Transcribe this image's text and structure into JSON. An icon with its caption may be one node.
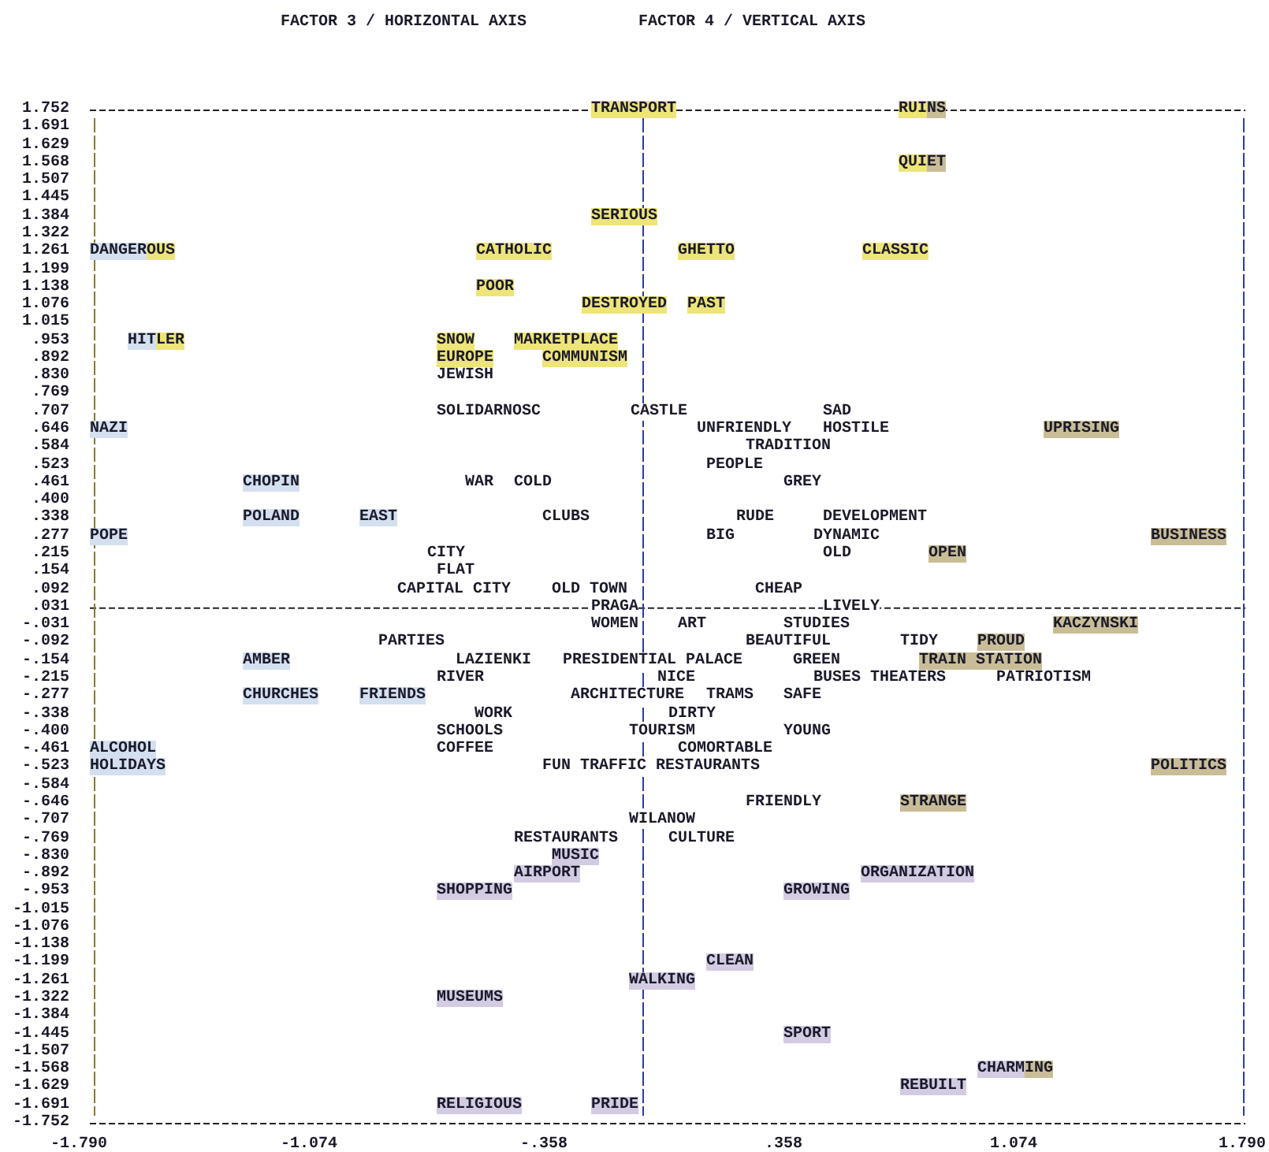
{
  "diagram": {
    "labels": [
      "FACTOR 3 / HORIZONTAL AXIS",
      "FACTOR 4 / VERTICAL AXIS",
      "1.752",
      "1.691",
      "1.629",
      "1.568",
      "1.507",
      "1.445",
      "1.384",
      "1.322",
      "1.261",
      "1.199",
      "1.138",
      "1.076",
      "1.015",
      ".953",
      ".892",
      ".830",
      ".769",
      ".707",
      ".646",
      ".584",
      ".523",
      ".461",
      ".400",
      ".338",
      ".277",
      ".215",
      ".154",
      ".092",
      ".031",
      "-.031",
      "-.092",
      "-.154",
      "-.215",
      "-.277",
      "-.338",
      "-.400",
      "-.461",
      "-.523",
      "-.584",
      "-.646",
      "-.707",
      "-.769",
      "-.830",
      "-.892",
      "-.953",
      "-1.015",
      "-1.076",
      "-1.138",
      "-1.199",
      "-1.261",
      "-1.322",
      "-1.384",
      "-1.445",
      "-1.507",
      "-1.568",
      "-1.629",
      "-1.691",
      "-1.752",
      "TRANSPORT",
      "RUINS",
      "QUIET",
      "SERIOUS",
      "DANGEROUS",
      "CATHOLIC",
      "GHETTO",
      "CLASSIC",
      "POOR",
      "DESTROYED",
      "PAST",
      "HITLER",
      "SNOW",
      "MARKETPLACE",
      "EUROPE",
      "COMMUNISM",
      "JEWISH",
      "SOLIDARNOSC",
      "CASTLE",
      "SAD",
      "NAZI",
      "UNFRIENDLY",
      "HOSTILE",
      "UPRISING",
      "TRADITION",
      "PEOPLE",
      "CHOPIN",
      "WAR",
      "COLD",
      "GREY",
      "POLAND",
      "EAST",
      "CLUBS",
      "RUDE",
      "DEVELOPMENT",
      "POPE",
      "BIG",
      "DYNAMIC",
      "BUSINESS",
      "CITY",
      "OLD",
      "OPEN",
      "FLAT",
      "CAPITAL CITY",
      "OLD TOWN",
      "CHEAP",
      "PRAGA",
      "LIVELY",
      "WOMEN",
      "ART",
      "STUDIES",
      "KACZYNSKI",
      "PARTIES",
      "BEAUTIFUL",
      "TIDY",
      "PROUD",
      "AMBER",
      "LAZIENKI",
      "PRESIDENTIAL PALACE",
      "GREEN",
      "TRAIN STATION",
      "RIVER",
      "NICE",
      "BUSES THEATERS",
      "PATRIOTISM",
      "CHURCHES",
      "FRIENDS",
      "ARCHITECTURE",
      "TRAMS",
      "SAFE",
      "WORK",
      "DIRTY",
      "SCHOOLS",
      "TOURISM",
      "YOUNG",
      "ALCOHOL",
      "COFFEE",
      "COMORTABLE",
      "HOLIDAYS",
      "FUN TRAFFIC RESTAURANTS",
      "POLITICS",
      "FRIENDLY",
      "STRANGE",
      "WILANOW",
      "RESTAURANTS",
      "CULTURE",
      "MUSIC",
      "AIRPORT",
      "ORGANIZATION",
      "SHOPPING",
      "GROWING",
      "CLEAN",
      "WALKING",
      "MUSEUMS",
      "SPORT",
      "CHARMING",
      "REBUILT",
      "RELIGIOUS",
      "PRIDE",
      "-1.790",
      "-1.074",
      "-.358",
      ".358",
      "1.074",
      "1.790"
    ]
  }
}
